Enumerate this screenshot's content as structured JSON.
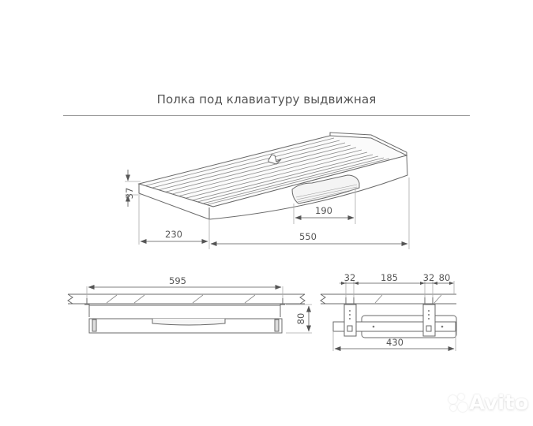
{
  "title": "Полка под клавиатуру выдвижная",
  "perspective_view": {
    "dimensions": {
      "height": "37",
      "depth": "230",
      "width": "550",
      "handle_width": "190"
    }
  },
  "front_view": {
    "dimensions": {
      "overall_width": "595",
      "height": "80"
    }
  },
  "side_view": {
    "dimensions": {
      "bracket_width_left": "32",
      "bracket_spacing": "185",
      "bracket_width_right": "32",
      "front_offset": "80",
      "overall_depth": "430"
    }
  },
  "watermark": {
    "text": "Avito"
  },
  "colors": {
    "line": "#6a6a6a",
    "text": "#555555",
    "rule": "#9a9a9a",
    "background": "#ffffff"
  }
}
